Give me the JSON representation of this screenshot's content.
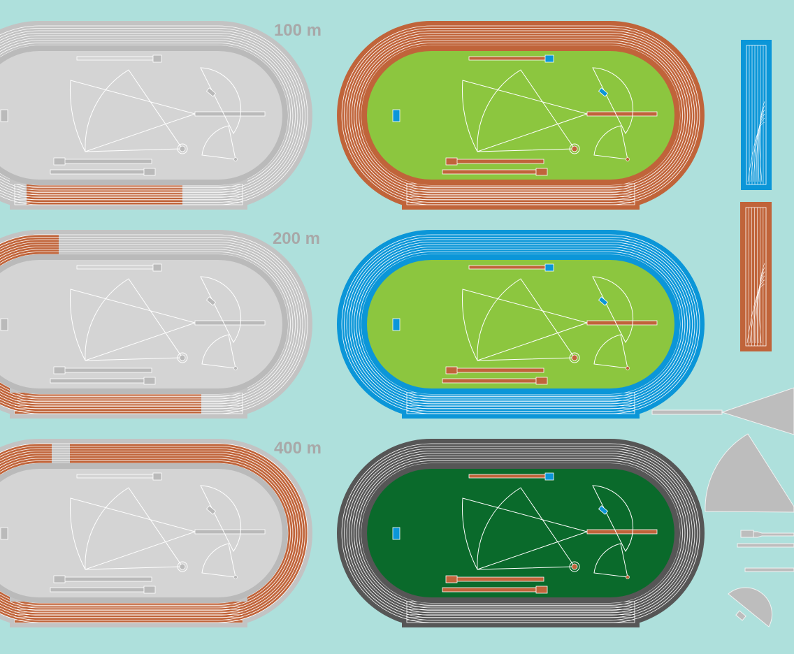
{
  "labels": {
    "row1": "100 m",
    "row2": "200 m",
    "row3": "400 m"
  },
  "colors": {
    "background": "#aee0dc",
    "gray_track": "#c3c3c3",
    "gray_field": "#d4d4d4",
    "gray_border": "#bababa",
    "orange": "#c0643a",
    "green": "#8cc63f",
    "dark_green": "#0a6a2b",
    "blue": "#0b96d8",
    "dark_gray": "#565656",
    "label_gray": "#a8a8a8"
  },
  "tracks": [
    {
      "variant": "gray",
      "highlight": "100 m",
      "track": "gray_track",
      "field": "gray_field",
      "accent": "gray_border"
    },
    {
      "variant": "gray",
      "highlight": "200 m",
      "track": "gray_track",
      "field": "gray_field",
      "accent": "gray_border"
    },
    {
      "variant": "gray",
      "highlight": "400 m",
      "track": "gray_track",
      "field": "gray_field",
      "accent": "gray_border"
    },
    {
      "variant": "orange-green",
      "track": "orange",
      "field": "green",
      "accent": "orange",
      "marker": "blue"
    },
    {
      "variant": "blue-green",
      "track": "blue",
      "field": "green",
      "accent": "orange",
      "marker": "blue"
    },
    {
      "variant": "dark-darkgreen",
      "track": "dark_gray",
      "field": "dark_green",
      "accent": "orange",
      "marker": "blue"
    }
  ]
}
